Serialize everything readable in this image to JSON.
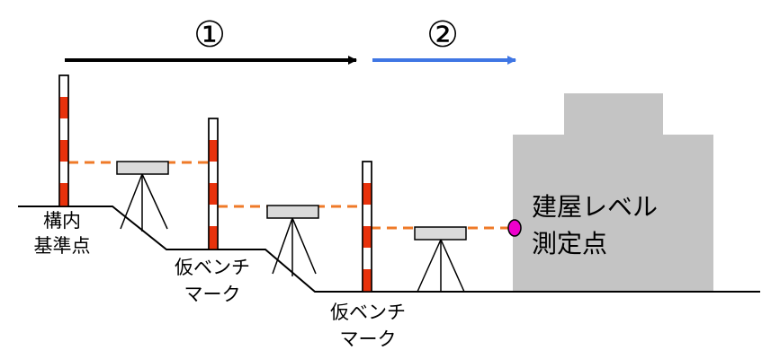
{
  "steps": {
    "step1": "①",
    "step2": "②"
  },
  "labels": {
    "benchmark_line1": "構内",
    "benchmark_line2": "基準点",
    "temp_bm_a_line1": "仮ベンチ",
    "temp_bm_a_line2": "マーク",
    "temp_bm_b_line1": "仮ベンチ",
    "temp_bm_b_line2": "マーク",
    "building_line1": "建屋レベル",
    "building_line2": "測定点"
  },
  "colors": {
    "arrow_step1": "#000000",
    "arrow_step2": "#3f76e4",
    "staff_red": "#e8320c",
    "sight_line": "#ef7a28",
    "building": "#c4c4c4",
    "instrument_body": "#dadada",
    "measurement_point": "#ee00cc",
    "ground": "#000000"
  },
  "icons": {
    "instrument": "level-instrument-icon",
    "staff": "leveling-staff-icon",
    "target": "measurement-point-icon"
  }
}
